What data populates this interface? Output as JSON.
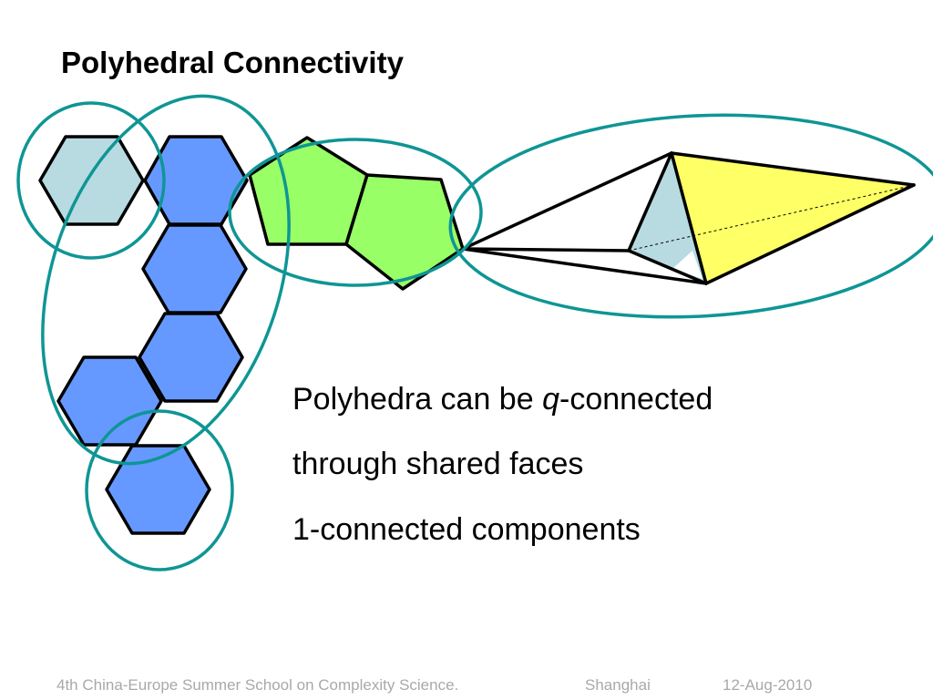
{
  "title": "Polyhedral Connectivity",
  "text": {
    "line1_before": "Polyhedra can be ",
    "line1_var": "q",
    "line1_after": "-connected",
    "line2": "through shared faces",
    "line3": "1-connected components"
  },
  "footer": {
    "event": "4th China-Europe Summer School on Complexity Science.",
    "place": "Shanghai",
    "date": "12-Aug-2010"
  },
  "colors": {
    "light_hexagon": "#b7dbe1",
    "blue_hexagon": "#6699ff",
    "pentagon": "#99ff66",
    "tetra_face_light": "#b7dbe1",
    "tetra_face_yellow": "#ffff66",
    "ellipse_stroke": "#0f9595",
    "outline": "#000000",
    "footer_text": "#a9a9a9"
  }
}
